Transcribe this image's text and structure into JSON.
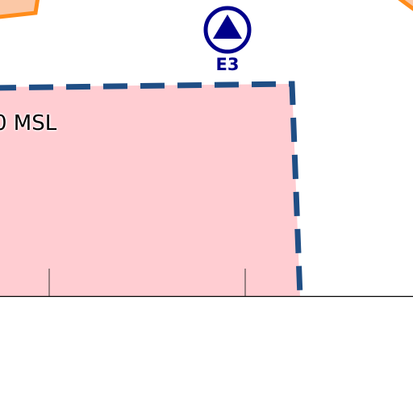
{
  "airspace_zone": {
    "altitude_label": "0 MSL",
    "fill_color": "#ffcdd2",
    "border_color": "#1f4e85",
    "border_style": "dashed"
  },
  "waypoint": {
    "id": "E3",
    "icon": "triangle-in-circle-icon",
    "color": "#00008b"
  },
  "orange_zones": {
    "fill_color": "#fbc8a6",
    "border_color": "#ff8c1a"
  },
  "ground_line": {
    "color": "#000000"
  }
}
